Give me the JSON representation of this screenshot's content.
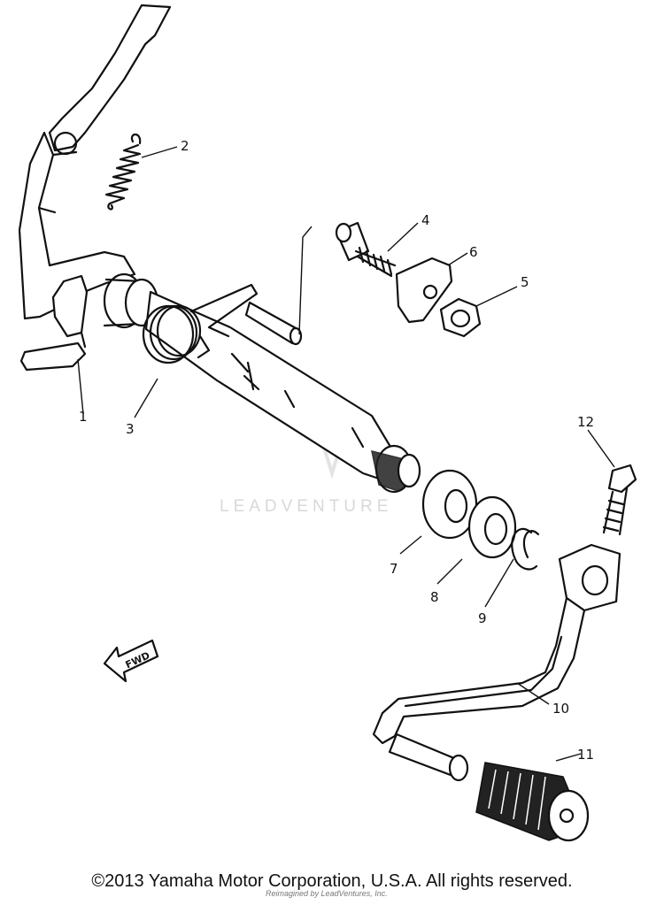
{
  "diagram": {
    "callouts": [
      {
        "id": "1",
        "label": "1"
      },
      {
        "id": "2",
        "label": "2"
      },
      {
        "id": "3",
        "label": "3"
      },
      {
        "id": "4",
        "label": "4"
      },
      {
        "id": "5",
        "label": "5"
      },
      {
        "id": "6",
        "label": "6"
      },
      {
        "id": "7",
        "label": "7"
      },
      {
        "id": "8",
        "label": "8"
      },
      {
        "id": "9",
        "label": "9"
      },
      {
        "id": "10",
        "label": "10"
      },
      {
        "id": "11",
        "label": "11"
      },
      {
        "id": "12",
        "label": "12"
      }
    ],
    "fwd_label": "FWD",
    "watermark": "LEADVENTURE",
    "copyright": "©2013 Yamaha Motor Corporation, U.S.A. All rights reserved.",
    "faint_text": "Reimagined by LeadVentures, Inc."
  },
  "colors": {
    "ink": "#111111",
    "background": "#ffffff",
    "watermark": "#cfcfcf"
  }
}
